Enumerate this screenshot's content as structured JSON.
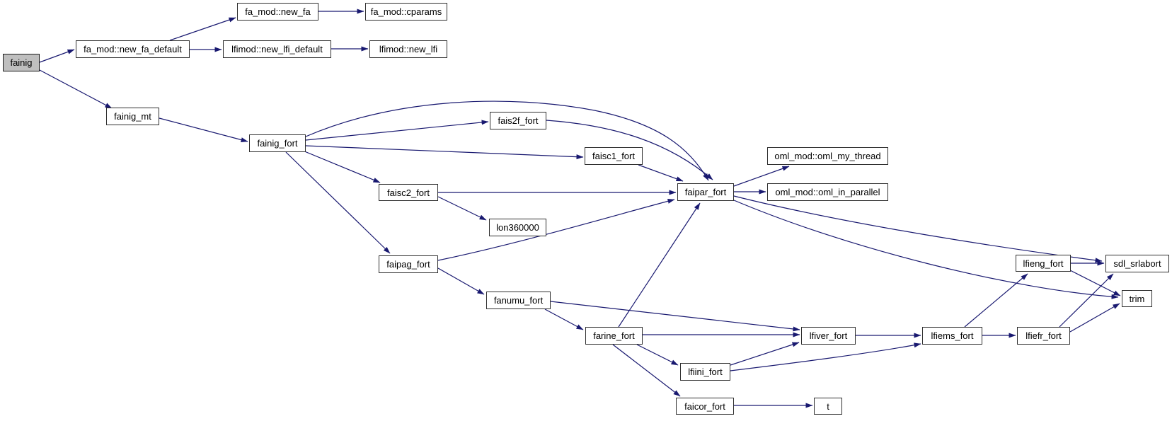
{
  "graph_type": "call-graph",
  "colors": {
    "edge": "#191970",
    "node_fill": "#ffffff",
    "node_border": "#2f2f2f",
    "root_node_fill": "#bfbfbf",
    "background": "#ffffff",
    "text": "#000000"
  },
  "nodes": {
    "fainig": {
      "label": "fainig",
      "is_root": true
    },
    "fa_mod_new_fa_default": {
      "label": "fa_mod::new_fa_default"
    },
    "fa_mod_new_fa": {
      "label": "fa_mod::new_fa"
    },
    "fa_mod_cparams": {
      "label": "fa_mod::cparams"
    },
    "lfimod_new_lfi_default": {
      "label": "lfimod::new_lfi_default"
    },
    "lfimod_new_lfi": {
      "label": "lfimod::new_lfi"
    },
    "fainig_mt": {
      "label": "fainig_mt"
    },
    "fainig_fort": {
      "label": "fainig_fort"
    },
    "fais2f_fort": {
      "label": "fais2f_fort"
    },
    "faisc1_fort": {
      "label": "faisc1_fort"
    },
    "faisc2_fort": {
      "label": "faisc2_fort"
    },
    "lon360000": {
      "label": "lon360000"
    },
    "faipag_fort": {
      "label": "faipag_fort"
    },
    "faipar_fort": {
      "label": "faipar_fort"
    },
    "oml_my_thread": {
      "label": "oml_mod::oml_my_thread"
    },
    "oml_in_parallel": {
      "label": "oml_mod::oml_in_parallel"
    },
    "fanumu_fort": {
      "label": "fanumu_fort"
    },
    "farine_fort": {
      "label": "farine_fort"
    },
    "lfiver_fort": {
      "label": "lfiver_fort"
    },
    "lfiini_fort": {
      "label": "lfiini_fort"
    },
    "faicor_fort": {
      "label": "faicor_fort"
    },
    "t": {
      "label": "t"
    },
    "lfiems_fort": {
      "label": "lfiems_fort"
    },
    "lfiefr_fort": {
      "label": "lfiefr_fort"
    },
    "lfieng_fort": {
      "label": "lfieng_fort"
    },
    "sdl_srlabort": {
      "label": "sdl_srlabort"
    },
    "trim": {
      "label": "trim"
    }
  },
  "edges": [
    {
      "from": "fainig",
      "to": "fa_mod_new_fa_default"
    },
    {
      "from": "fainig",
      "to": "fainig_mt"
    },
    {
      "from": "fa_mod_new_fa_default",
      "to": "fa_mod_new_fa"
    },
    {
      "from": "fa_mod_new_fa_default",
      "to": "lfimod_new_lfi_default"
    },
    {
      "from": "fa_mod_new_fa",
      "to": "fa_mod_cparams"
    },
    {
      "from": "lfimod_new_lfi_default",
      "to": "lfimod_new_lfi"
    },
    {
      "from": "fainig_mt",
      "to": "fainig_fort"
    },
    {
      "from": "fainig_fort",
      "to": "faipar_fort"
    },
    {
      "from": "fainig_fort",
      "to": "fais2f_fort"
    },
    {
      "from": "fainig_fort",
      "to": "faisc1_fort"
    },
    {
      "from": "fainig_fort",
      "to": "faisc2_fort"
    },
    {
      "from": "fainig_fort",
      "to": "faipag_fort"
    },
    {
      "from": "fais2f_fort",
      "to": "faipar_fort"
    },
    {
      "from": "faisc1_fort",
      "to": "faipar_fort"
    },
    {
      "from": "faisc2_fort",
      "to": "faipar_fort"
    },
    {
      "from": "faisc2_fort",
      "to": "lon360000"
    },
    {
      "from": "faipag_fort",
      "to": "faipar_fort"
    },
    {
      "from": "faipag_fort",
      "to": "fanumu_fort"
    },
    {
      "from": "fanumu_fort",
      "to": "farine_fort"
    },
    {
      "from": "fanumu_fort",
      "to": "lfiver_fort"
    },
    {
      "from": "farine_fort",
      "to": "faipar_fort"
    },
    {
      "from": "farine_fort",
      "to": "lfiver_fort"
    },
    {
      "from": "farine_fort",
      "to": "lfiini_fort"
    },
    {
      "from": "farine_fort",
      "to": "faicor_fort"
    },
    {
      "from": "lfiini_fort",
      "to": "lfiver_fort"
    },
    {
      "from": "lfiini_fort",
      "to": "lfiems_fort"
    },
    {
      "from": "faicor_fort",
      "to": "t"
    },
    {
      "from": "lfiver_fort",
      "to": "lfiems_fort"
    },
    {
      "from": "lfiems_fort",
      "to": "lfieng_fort"
    },
    {
      "from": "lfiems_fort",
      "to": "lfiefr_fort"
    },
    {
      "from": "lfieng_fort",
      "to": "sdl_srlabort"
    },
    {
      "from": "lfieng_fort",
      "to": "trim"
    },
    {
      "from": "lfiefr_fort",
      "to": "sdl_srlabort"
    },
    {
      "from": "lfiefr_fort",
      "to": "trim"
    },
    {
      "from": "faipar_fort",
      "to": "oml_my_thread"
    },
    {
      "from": "faipar_fort",
      "to": "oml_in_parallel"
    },
    {
      "from": "faipar_fort",
      "to": "sdl_srlabort"
    },
    {
      "from": "faipar_fort",
      "to": "trim"
    }
  ]
}
